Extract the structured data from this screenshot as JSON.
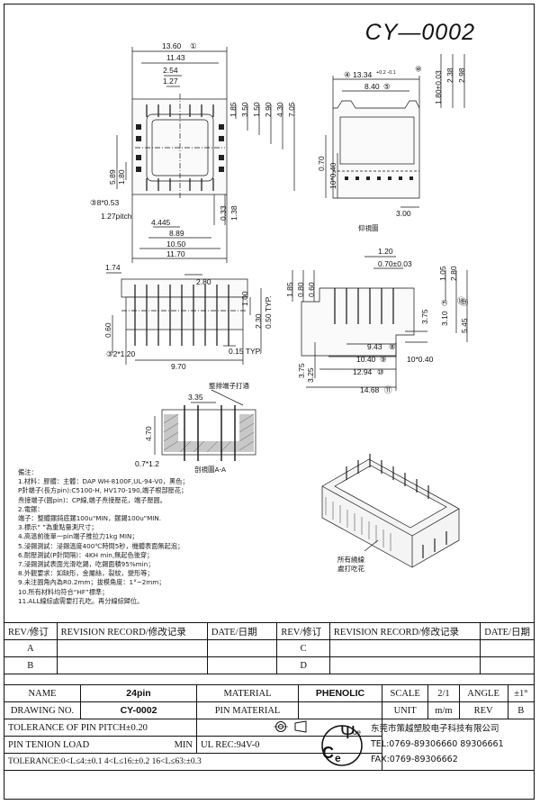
{
  "drawing_number": "CY—0002",
  "dims": {
    "top_view": {
      "w13_60": "13.60",
      "c1": "①",
      "w11_43": "11.43",
      "w2_54": "2.54",
      "w1_27": "1.27",
      "h1_85": "1.85",
      "h3_50": "3.50",
      "h1_50": "1.50",
      "h2_90": "2.90",
      "h4_30": "4.30",
      "h7_05": "7.05",
      "h5_89": "5.89",
      "h1_80": "1.80",
      "h0_33": "0.33",
      "h1_38": "1.38",
      "pin_dia": "③8*0.53",
      "pitch": "1.27pitch",
      "w4_445": "4.445",
      "w8_89": "8.89",
      "w10_50": "10.50",
      "w11_70": "11.70"
    },
    "side_view": {
      "w13_34": "④ 13.34",
      "tol13_34": "+0.2\n-0.1",
      "w8_40": "8.40",
      "c5": "⑤",
      "v1_80": "1.80±0.03",
      "v2_38": "2.38",
      "v2_98": "2.98",
      "c6": "⑥",
      "h0_70": "0.70",
      "h10x0_40": "10*0.40",
      "w3_00": "3.00",
      "caption": "仰視圖"
    },
    "front_view": {
      "w1_74": "1.74",
      "c2_80": "2.80",
      "h1_00": "1.00",
      "h2_30": "2.30",
      "h0_50": "0.50 TYP.",
      "h0_60": "0.60",
      "h2_x1_20": "③2*1.20",
      "w0_15": "0.15 TYP.",
      "w9_70": "9.70",
      "c3": "③"
    },
    "right_view": {
      "h1_85": "1.85",
      "h0_80": "0.80",
      "h0_60": "0.60",
      "w1_20": "1.20",
      "w0_70": "0.70±0.03",
      "w1_05": "1.05",
      "w2_80": "2.80",
      "w3_75": "3.75",
      "w3_10": "3.10",
      "w5_45": "5.45",
      "c13": "⑬",
      "c7": "⑦",
      "c12": "⑫",
      "w9_43": "9.43",
      "c8": "⑧",
      "w10_40": "10.40",
      "c9": "⑨",
      "w10x0_40": "10*0.40",
      "w12_94": "12.94",
      "c10": "⑩",
      "w14_68": "14.68",
      "c11": "⑪",
      "h3_75": "3.75",
      "h3_25": "3.25"
    },
    "section_view": {
      "w3_35": "3.35",
      "h4_70": "4.70",
      "h0_7x1_2": "0.7*1.2",
      "caption": "剖視圖A-A",
      "label": "整排端子打通"
    }
  },
  "notes": [
    "備注：",
    "1.材料：膠體：主體：DAP WH-8100F,UL-94-V0，黑色；",
    "   P針端子(長方pin):C5100-H, HV170-190,端子根部壓花；",
    "   焘接端子(圓pin)：CP線,端子焘接壓花，端子壓圓。",
    "2.電鏍：",
    "   端子：整體鏍錡底鏍100u\"MIN，鏍錫100u\"MIN.",
    "3.標示“  ”為重點量測尺寸；",
    "4.高溫前後單一pin端子推拉力1kg MIN；",
    "5.浸錫測試：浸錫溫度400℃時間5秒，機體表面無起泡；",
    "6.耐壓測試(P針間隔)：4KH min,無起色後穿；",
    "7.浸錫測試表面光滑吃錫，吃錫面積95%min；",
    "8.外觀要求：如缺形，金屬絲，裂紋，變形等；",
    "9.未注圓角內為R0.2mm；拔模角度：1°~2mm；",
    "10.所有材料均符合“HF”標準；",
    "11.ALL線綜處需要打孔吃。再分線綜歸位。"
  ],
  "iso_callout": [
    "所有繞線",
    "處打吃花"
  ],
  "revision": {
    "h_rev": "REV/修订",
    "h_record": "REVISION RECORD/修改记录",
    "h_date": "DATE/日期",
    "rows": [
      "A",
      "B",
      "C",
      "D"
    ]
  },
  "title_block": {
    "name_label": "NAME",
    "name_value": "24pin",
    "material_label": "MATERIAL",
    "material_value": "PHENOLIC",
    "scale_label": "SCALE",
    "scale_value": "2/1",
    "angle_label": "ANGLE",
    "angle_value": "±1°",
    "drawing_label": "DRAWING NO.",
    "drawing_value": "CY-0002",
    "pin_material_label": "PIN MATERIAL",
    "unit_label": "UNIT",
    "unit_value": "m/m",
    "rev_label": "REV",
    "rev_value": "B",
    "tol_pitch": "TOLERANCE OF PIN PITCH±0.20",
    "pin_tension": "PIN TENION LOAD",
    "min_label": "MIN",
    "ul_rec": "UL REC:94V-0",
    "tolerance": "TOLERANCE:0<L≤4:±0.1   4<L≤16:±0.2   16<L≤63:±0.3"
  },
  "company": {
    "name": "东莞市策越塑胶电子科技有限公司",
    "tel": "TEL:0769-89306660 89306661",
    "fax": "FAX:0769-89306662",
    "logo_text": "CE Yue"
  }
}
